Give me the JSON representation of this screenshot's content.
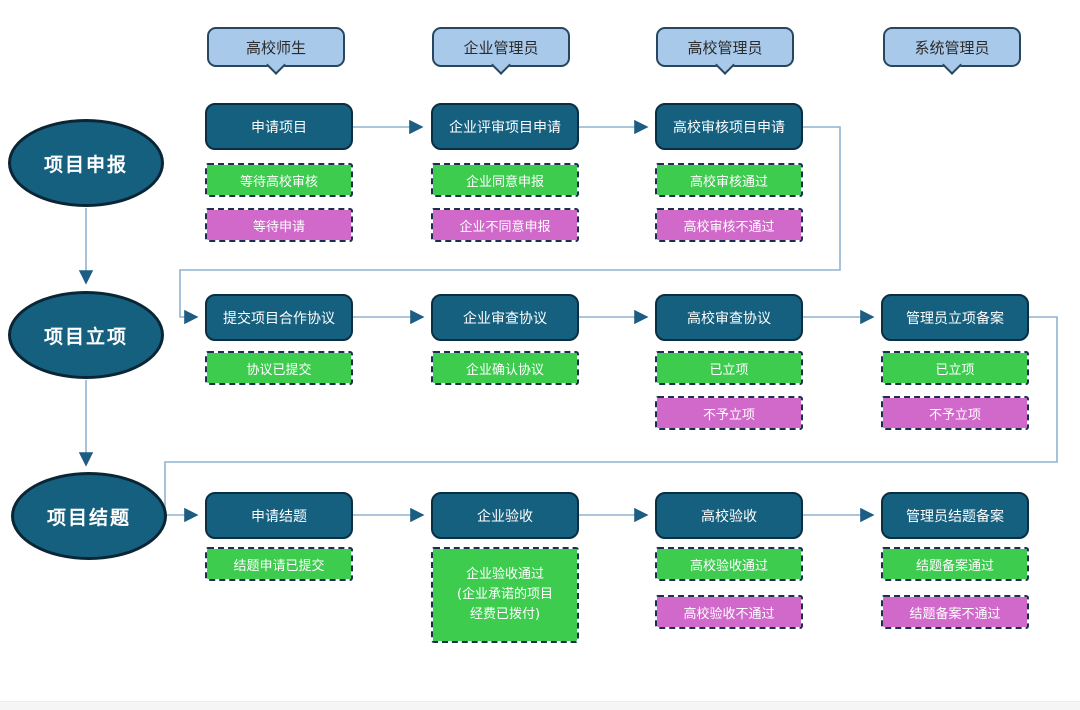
{
  "palette": {
    "process_fill": "#15607f",
    "process_border": "#0b2f42",
    "success_fill": "#3ecc4f",
    "fail_fill": "#d169cb",
    "dashed_border": "#1a3050",
    "header_fill": "#a9c9ea",
    "header_border": "#27465f",
    "connector": "#8fb3d0",
    "arrowhead": "#1e5d83"
  },
  "lanes": [
    {
      "label": "高校师生"
    },
    {
      "label": "企业管理员"
    },
    {
      "label": "高校管理员"
    },
    {
      "label": "系统管理员"
    }
  ],
  "phases": [
    {
      "label": "项目申报"
    },
    {
      "label": "项目立项"
    },
    {
      "label": "项目结题"
    }
  ],
  "rows": [
    {
      "cells": [
        {
          "action": "申请项目",
          "success": "等待高校审核",
          "fail": "等待申请"
        },
        {
          "action": "企业评审项目申请",
          "success": "企业同意申报",
          "fail": "企业不同意申报"
        },
        {
          "action": "高校审核项目申请",
          "success": "高校审核通过",
          "fail": "高校审核不通过"
        }
      ]
    },
    {
      "cells": [
        {
          "action": "提交项目合作协议",
          "success": "协议已提交"
        },
        {
          "action": "企业审查协议",
          "success": "企业确认协议"
        },
        {
          "action": "高校审查协议",
          "success": "已立项",
          "fail": "不予立项"
        },
        {
          "action": "管理员立项备案",
          "success": "已立项",
          "fail": "不予立项"
        }
      ]
    },
    {
      "cells": [
        {
          "action": "申请结题",
          "success": "结题申请已提交"
        },
        {
          "action": "企业验收",
          "success_lines": [
            "企业验收通过",
            "(企业承诺的项目",
            "经费已拨付)"
          ]
        },
        {
          "action": "高校验收",
          "success": "高校验收通过",
          "fail": "高校验收不通过"
        },
        {
          "action": "管理员结题备案",
          "success": "结题备案通过",
          "fail": "结题备案不通过"
        }
      ]
    }
  ]
}
